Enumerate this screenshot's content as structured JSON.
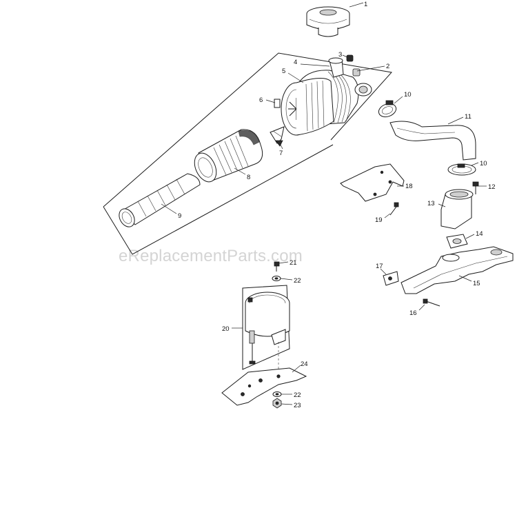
{
  "watermark": "eReplacementParts.com",
  "callouts": [
    {
      "id": "c1",
      "text": "1"
    },
    {
      "id": "c2",
      "text": "2"
    },
    {
      "id": "c3",
      "text": "3"
    },
    {
      "id": "c4",
      "text": "4"
    },
    {
      "id": "c5",
      "text": "5"
    },
    {
      "id": "c6",
      "text": "6"
    },
    {
      "id": "c7",
      "text": "7"
    },
    {
      "id": "c8",
      "text": "8"
    },
    {
      "id": "c9",
      "text": "9"
    },
    {
      "id": "c10a",
      "text": "10"
    },
    {
      "id": "c10b",
      "text": "10"
    },
    {
      "id": "c11",
      "text": "11"
    },
    {
      "id": "c12",
      "text": "12"
    },
    {
      "id": "c13",
      "text": "13"
    },
    {
      "id": "c14",
      "text": "14"
    },
    {
      "id": "c15",
      "text": "15"
    },
    {
      "id": "c16",
      "text": "16"
    },
    {
      "id": "c17",
      "text": "17"
    },
    {
      "id": "c18",
      "text": "18"
    },
    {
      "id": "c19",
      "text": "19"
    },
    {
      "id": "c20",
      "text": "20"
    },
    {
      "id": "c21",
      "text": "21"
    },
    {
      "id": "c22a",
      "text": "22"
    },
    {
      "id": "c22b",
      "text": "22"
    },
    {
      "id": "c23",
      "text": "23"
    },
    {
      "id": "c24",
      "text": "24"
    }
  ]
}
